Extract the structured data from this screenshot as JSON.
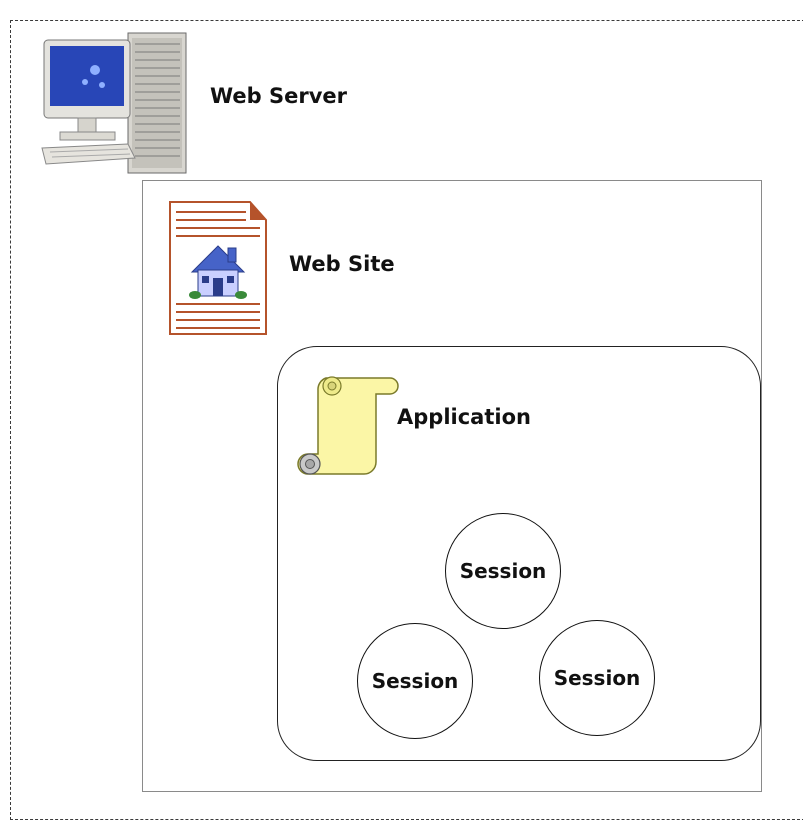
{
  "web_server": {
    "label": "Web Server",
    "icon": "web-server-icon"
  },
  "web_site": {
    "label": "Web Site",
    "icon": "web-site-icon"
  },
  "application": {
    "label": "Application",
    "icon": "scroll-icon"
  },
  "sessions": [
    {
      "label": "Session"
    },
    {
      "label": "Session"
    },
    {
      "label": "Session"
    }
  ],
  "colors": {
    "scroll_fill": "#fbf6a6",
    "document_lines": "#b5532b",
    "house_roof": "#4663c8",
    "monitor_screen": "#2846b7"
  }
}
